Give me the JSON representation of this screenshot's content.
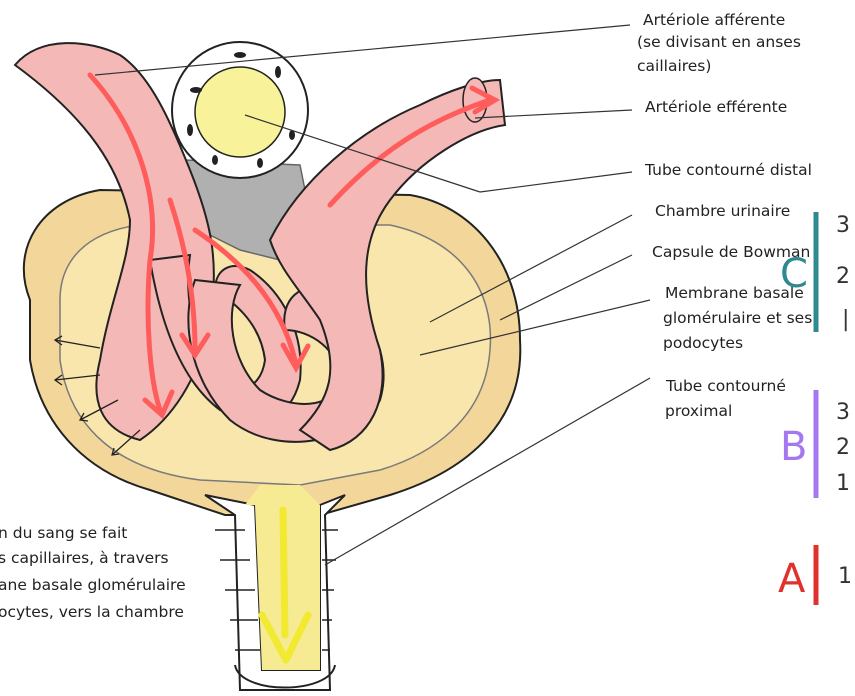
{
  "labels": {
    "afferent_1": "Artériole afférente",
    "afferent_2": "(se divisant en anses",
    "afferent_3": "caillaires)",
    "efferent": "Artériole efférente",
    "distal": "Tube contourné distal",
    "urinary_chamber": "Chambre urinaire",
    "bowman": "Capsule de Bowman",
    "membrane_1": "Membrane basale",
    "membrane_2": "glomérulaire et ses",
    "membrane_3": "podocytes",
    "proximal_1": "Tube contourné",
    "proximal_2": "proximal"
  },
  "caption": {
    "line1": "n du sang se fait",
    "line2": "s capillaires, à travers",
    "line3": "ane basale glomérulaire",
    "line4": "ocytes, vers la chambre"
  },
  "annotations": {
    "c_letter": "C",
    "c_numbers": [
      "3",
      "2",
      "|"
    ],
    "b_letter": "B",
    "b_numbers": [
      "3",
      "2",
      "1"
    ],
    "a_letter": "A",
    "a_numbers": [
      "1"
    ]
  },
  "colors": {
    "vessel": "#f4b8b6",
    "arrow_red": "#ff5a5a",
    "capsule_yellow": "#f7dd95",
    "chamber_yellow": "#f9e7a9",
    "urine_arrow": "#f5ee2b",
    "macula_grey": "#a8a8a8",
    "teal": "#2e8a8f",
    "purple": "#a678f0",
    "red": "#e0312d"
  }
}
